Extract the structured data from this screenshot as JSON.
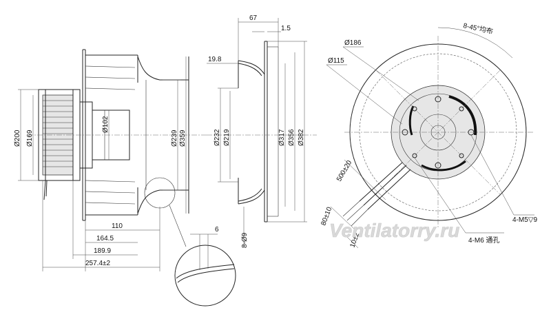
{
  "side_view": {
    "d_outer_motor": "Ø200",
    "d_motor": "Ø169",
    "d_shaft": "Ø102",
    "d_impeller_inner": "Ø239",
    "d_impeller_outer": "Ø359",
    "len_110": "110",
    "len_164": "164.5",
    "len_189": "189.9",
    "len_257": "257.4±2",
    "detail_6": "6"
  },
  "nozzle_view": {
    "w_67": "67",
    "w_15": "1.5",
    "w_198": "19.8",
    "d_232": "Ø232",
    "d_219": "Ø219",
    "d_317": "Ø317",
    "d_356": "Ø356",
    "d_382": "Ø382",
    "holes": "8-Ø9"
  },
  "front_view": {
    "angle": "8-45°均布",
    "d_186": "Ø186",
    "d_115": "Ø115",
    "cable": "500±20",
    "strip_80": "80±10",
    "strip_10": "10±2",
    "m5": "4-M5▽9",
    "m6": "4-M6 通孔"
  },
  "watermark": "Ventilatorry.ru"
}
